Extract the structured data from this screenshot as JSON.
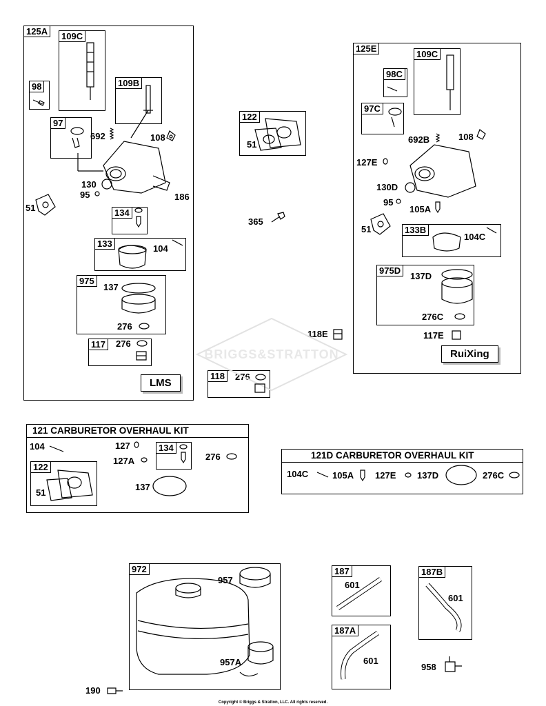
{
  "watermark": "BRIGGS&STRATTON",
  "left_group": {
    "id": "125A",
    "variant": "LMS",
    "parts": [
      "109C",
      "98",
      "109B",
      "97",
      "692",
      "108",
      "130",
      "95",
      "186",
      "51",
      "134",
      "133",
      "104",
      "975",
      "137",
      "276",
      "117",
      "276"
    ]
  },
  "right_group": {
    "id": "125E",
    "variant": "RuiXing",
    "parts": [
      "109C",
      "98C",
      "97C",
      "692B",
      "108",
      "127E",
      "130D",
      "95",
      "105A",
      "51",
      "133B",
      "104C",
      "975D",
      "137D",
      "276C",
      "117E"
    ]
  },
  "center_parts": {
    "gasket_set": [
      "122",
      "51"
    ],
    "bolt": "365",
    "fitting": "118E",
    "kit118": [
      "118",
      "276"
    ]
  },
  "kit121": {
    "title": "121 CARBURETOR OVERHAUL KIT",
    "parts": [
      "104",
      "127",
      "127A",
      "134",
      "276",
      "122",
      "51",
      "137"
    ]
  },
  "kit121d": {
    "title": "121D CARBURETOR OVERHAUL KIT",
    "parts": [
      "104C",
      "105A",
      "127E",
      "137D",
      "276C"
    ]
  },
  "tank": {
    "id": "972",
    "parts": [
      "957",
      "957A"
    ]
  },
  "loose": {
    "bolt": "190",
    "valve": "958"
  },
  "hoses": [
    {
      "id": "187",
      "part": "601"
    },
    {
      "id": "187A",
      "part": "601"
    },
    {
      "id": "187B",
      "part": "601"
    }
  ],
  "copyright": "Copyright © Briggs & Stratton, LLC. All rights reserved."
}
